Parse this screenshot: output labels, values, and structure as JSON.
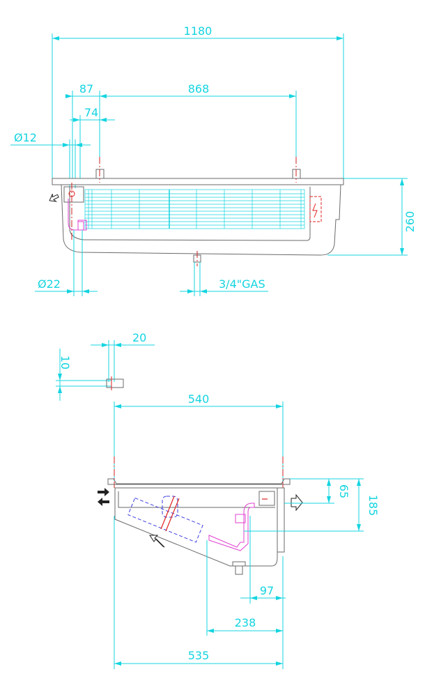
{
  "front_view": {
    "dim_total_width": "1180",
    "dim_offset": "87",
    "dim_mount_spacing": "868",
    "dim_small_offset": "74",
    "dim_pipe_small": "Ø12",
    "dim_pipe_large": "Ø22",
    "dim_height": "260",
    "dim_drain": "3/4\"GAS"
  },
  "bracket_detail": {
    "dim_width": "20",
    "dim_height": "10"
  },
  "side_view": {
    "dim_top_width": "540",
    "dim_top_height": "65",
    "dim_total_height": "185",
    "dim_drain_offset": "97",
    "dim_pipe_offset": "238",
    "dim_bottom_width": "535"
  }
}
